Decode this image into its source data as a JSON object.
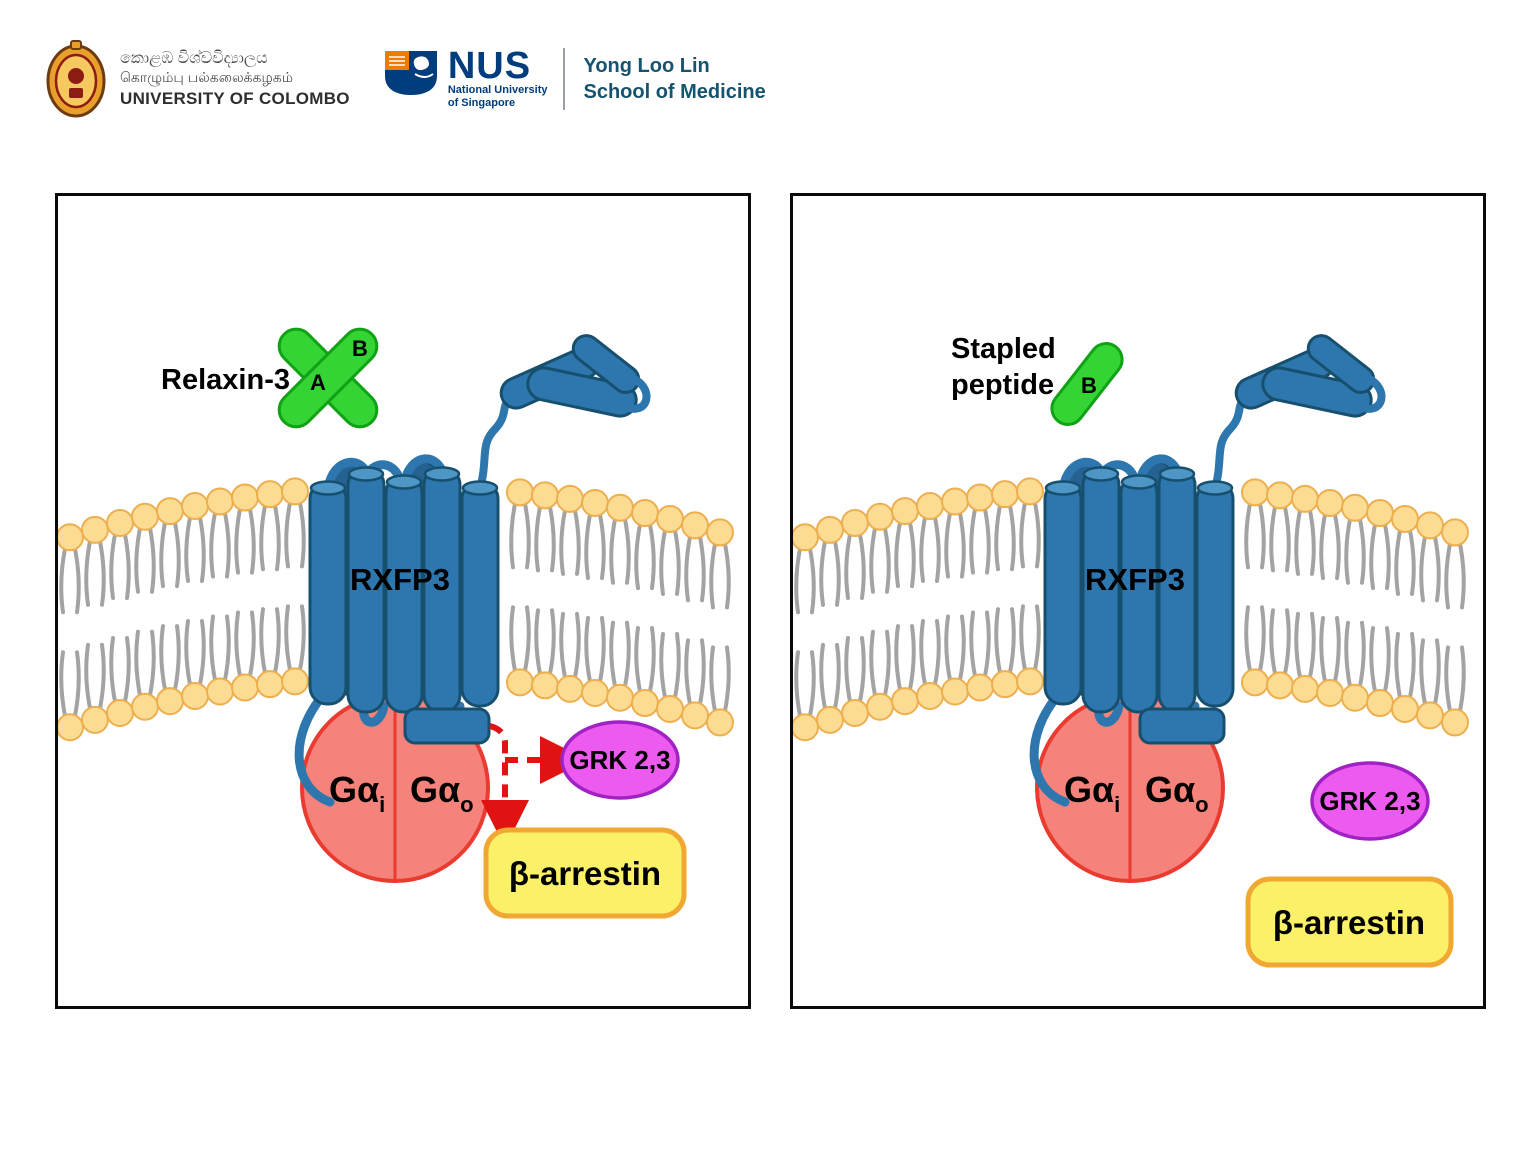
{
  "header": {
    "uoc": {
      "native_line1": "කොළඹ විශ්වවිද්‍යාලය",
      "native_line2": "கொழும்பு பல்கலைக்கழகம்",
      "name": "UNIVERSITY OF COLOMBO"
    },
    "nus": {
      "acronym": "NUS",
      "univ_line1": "National University",
      "univ_line2": "of Singapore",
      "school_line1": "Yong Loo Lin",
      "school_line2": "School of Medicine"
    }
  },
  "left_panel": {
    "ligand_name": "Relaxin-3",
    "chain_a_label": "A",
    "chain_b_label": "B",
    "receptor_label": "RXFP3",
    "g_alpha_i": "Gα",
    "g_alpha_i_sub": "i",
    "g_alpha_o": "Gα",
    "g_alpha_o_sub": "o",
    "grk_label": "GRK 2,3",
    "arrestin_label": "β-arrestin"
  },
  "right_panel": {
    "ligand_name_line1": "Stapled",
    "ligand_name_line2": "peptide",
    "chain_b_label": "B",
    "receptor_label": "RXFP3",
    "g_alpha_i": "Gα",
    "g_alpha_i_sub": "i",
    "g_alpha_o": "Gα",
    "g_alpha_o_sub": "o",
    "grk_label": "GRK 2,3",
    "arrestin_label": "β-arrestin"
  },
  "colors": {
    "nus_navy": "#003D7C",
    "nus_orange": "#EF7C00",
    "school_teal": "#16536F",
    "receptor_blue": "#2E77AE",
    "ligand_green": "#35D435",
    "membrane_head_yellow": "#FCDC92",
    "g_protein_salmon": "#F6837B",
    "g_protein_red": "#EA3B31",
    "grk_magenta": "#ED5AEF",
    "grk_border_purple": "#A122C4",
    "arrestin_yellow": "#FBF168",
    "arrestin_border_orange": "#F0A832",
    "arrow_red": "#E01212"
  }
}
